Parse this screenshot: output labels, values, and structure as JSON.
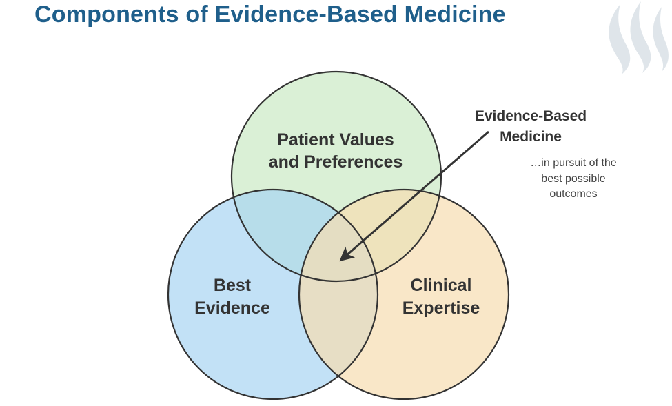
{
  "title": "Components of Evidence-Based Medicine",
  "colors": {
    "title": "#1f5f8b",
    "circle_top": "#cdebc8",
    "circle_left": "#a8d4f2",
    "circle_right": "#f7ddb0",
    "outline": "#333333",
    "logo": "#dfe5ea"
  },
  "icons": {
    "logo": "flame-logo-icon"
  },
  "venn": {
    "top": {
      "line1": "Patient Values",
      "line2": "and Preferences"
    },
    "left": {
      "line1": "Best",
      "line2": "Evidence"
    },
    "right": {
      "line1": "Clinical",
      "line2": "Expertise"
    }
  },
  "callout": {
    "title_line1": "Evidence-Based",
    "title_line2": "Medicine",
    "sub_line1": "…in pursuit of the",
    "sub_line2": "best possible",
    "sub_line3": "outcomes"
  }
}
